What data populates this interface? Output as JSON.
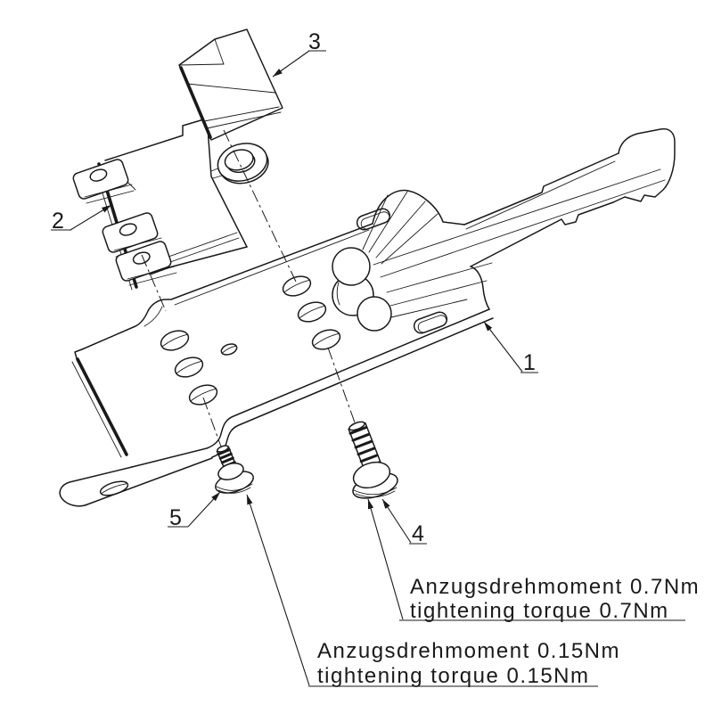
{
  "drawing": {
    "type": "exploded-assembly-technical-drawing",
    "background": "#ffffff",
    "line_color": "#1a1a1a",
    "callouts": [
      {
        "number": "1"
      },
      {
        "number": "2"
      },
      {
        "number": "3"
      },
      {
        "number": "4"
      },
      {
        "number": "5"
      }
    ],
    "annotations": [
      {
        "torque_nm": "0.7",
        "line1": "Anzugsdrehmoment 0.7Nm",
        "line2": "tightening torque 0.7Nm"
      },
      {
        "torque_nm": "0.15",
        "line1": "Anzugsdrehmoment 0.15Nm",
        "line2": "tightening torque 0.15Nm"
      }
    ]
  }
}
